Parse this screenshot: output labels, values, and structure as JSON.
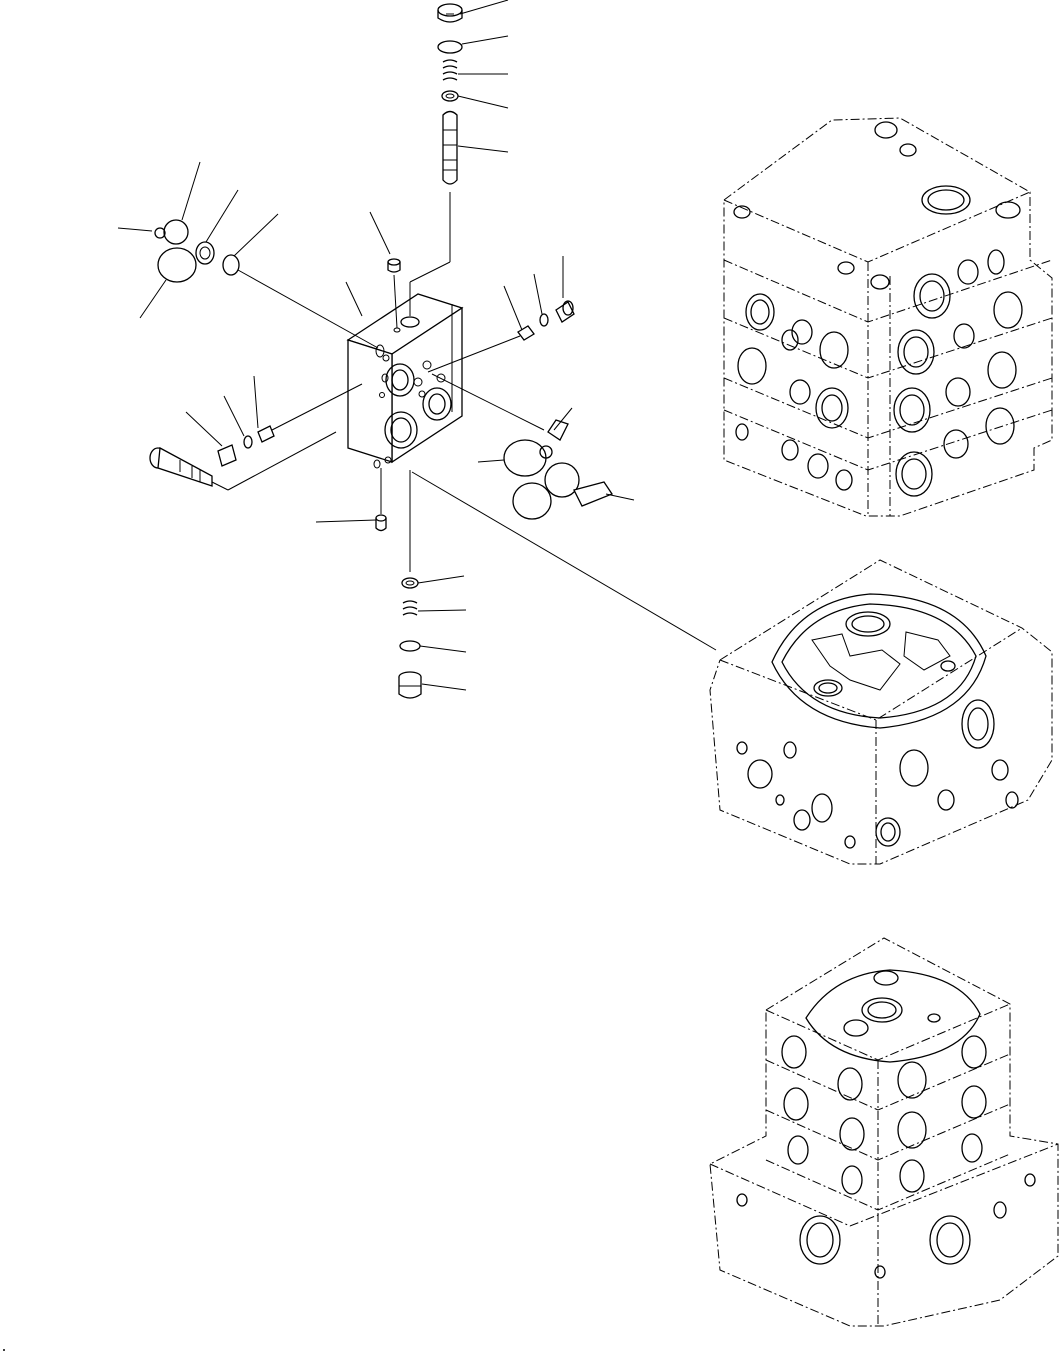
{
  "figure": {
    "kind": "exploded-parts-diagram",
    "has_text_labels": false,
    "views": [
      "exploded-section",
      "valve-stack-top",
      "valve-body-middle",
      "valve-stack-bottom"
    ]
  },
  "icons": {
    "leader": "leader-line-icon",
    "o_ring": "o-ring-icon",
    "spring": "spring-icon",
    "plug": "plug-icon",
    "spool": "spool-icon"
  },
  "colors": {
    "line": "#000000",
    "background": "#ffffff"
  }
}
